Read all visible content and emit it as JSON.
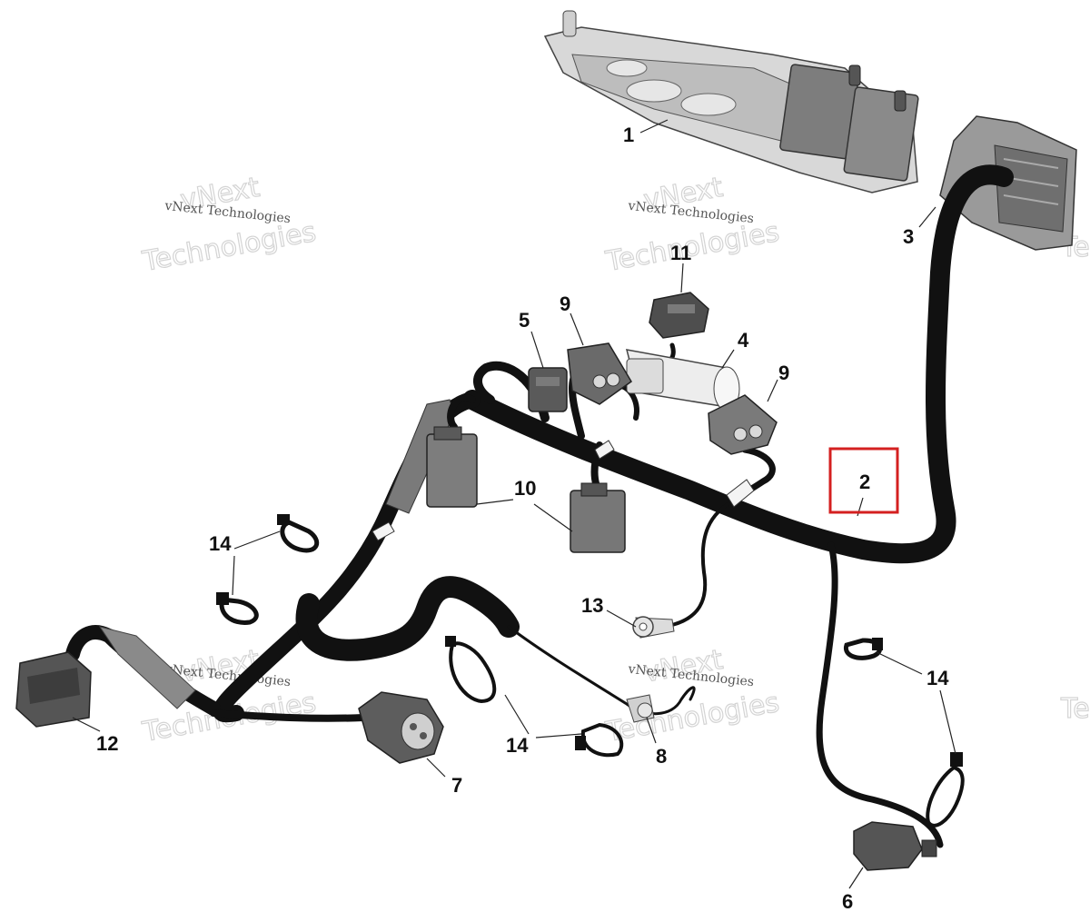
{
  "diagram": {
    "callouts": [
      {
        "id": "c1",
        "label": "1"
      },
      {
        "id": "c2",
        "label": "2"
      },
      {
        "id": "c3",
        "label": "3"
      },
      {
        "id": "c4",
        "label": "4"
      },
      {
        "id": "c5",
        "label": "5"
      },
      {
        "id": "c6",
        "label": "6"
      },
      {
        "id": "c7",
        "label": "7"
      },
      {
        "id": "c8",
        "label": "8"
      },
      {
        "id": "c9a",
        "label": "9"
      },
      {
        "id": "c9b",
        "label": "9"
      },
      {
        "id": "c10",
        "label": "10"
      },
      {
        "id": "c11",
        "label": "11"
      },
      {
        "id": "c12",
        "label": "12"
      },
      {
        "id": "c13",
        "label": "13"
      },
      {
        "id": "c14a",
        "label": "14"
      },
      {
        "id": "c14b",
        "label": "14"
      },
      {
        "id": "c14c",
        "label": "14"
      }
    ],
    "highlighted_callout": "2",
    "highlight_color": "#d42020",
    "watermark": {
      "line": "vNext Technologies",
      "big_top": "vNext",
      "big_bottom": "Technologies",
      "edge_fragment": "Te"
    }
  }
}
